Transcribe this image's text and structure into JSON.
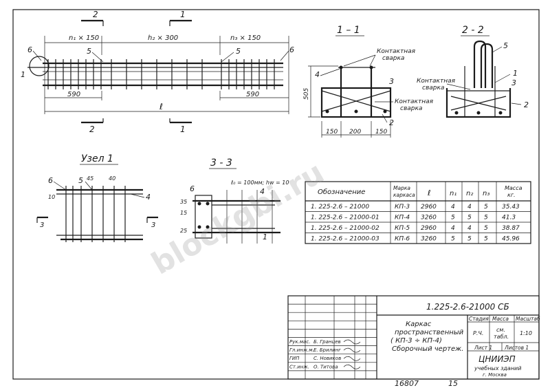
{
  "main_view": {
    "sections": [
      "2",
      "1",
      "2",
      "1"
    ],
    "callouts": [
      "6",
      "5",
      "5",
      "6",
      "1"
    ],
    "spacing": [
      "n₁ × 150",
      "h₂ × 300",
      "n₃ × 150"
    ],
    "dims": [
      "590",
      "ℓ",
      "590"
    ]
  },
  "section_1_1": {
    "title": "1 – 1",
    "label_weld_1": "Контактная",
    "label_weld_2": "сварка",
    "label_weld_3": "Контактная",
    "label_weld_4": "сварка",
    "callouts": [
      "4",
      "2",
      "3"
    ],
    "dim_height": "505",
    "dims": [
      "150",
      "200",
      "150"
    ]
  },
  "section_2_2": {
    "title": "2 - 2",
    "callouts": [
      "5",
      "1",
      "3",
      "2"
    ],
    "label_weld_1": "Контактная",
    "label_weld_2": "сварка"
  },
  "node_1": {
    "title": "Узел 1",
    "callouts": [
      "6",
      "5",
      "4"
    ],
    "dims": [
      "10",
      "45",
      "40"
    ],
    "section": [
      "3",
      "3"
    ]
  },
  "section_3_3": {
    "title": "3 - 3",
    "formula": "ℓ₀ = 100мм; hw = 10",
    "callouts": [
      "6",
      "4",
      "1"
    ],
    "dims": [
      "35",
      "15",
      "25"
    ]
  },
  "spec_table": {
    "headers": [
      "Обозначение",
      "Марка каркаса",
      "ℓ",
      "n₁",
      "n₂",
      "n₃",
      "Масса кг."
    ],
    "rows": [
      [
        "1. 225-2.6 – 21000",
        "КП-3",
        "2960",
        "4",
        "4",
        "5",
        "35.43"
      ],
      [
        "1. 225-2.6 – 21000-01",
        "КП-4",
        "3260",
        "5",
        "5",
        "5",
        "41.3"
      ],
      [
        "1. 225-2.6 – 21000-02",
        "КП-5",
        "2960",
        "4",
        "4",
        "5",
        "38.87"
      ],
      [
        "1. 225-2.6 – 21000-03",
        "КП-6",
        "3260",
        "5",
        "5",
        "5",
        "45.96"
      ]
    ]
  },
  "title_block": {
    "doc_number": "1.225-2.6-21000 СБ",
    "title_1": "Каркас",
    "title_2": "пространственный",
    "title_3": "( КП-3 ÷ КП-4)",
    "title_4": "Сборочный чертеж.",
    "col_stage": "Стадия",
    "col_mass": "Масса",
    "col_scale": "Масштаб",
    "stage": "Р.Ч.",
    "mass_1": "см.",
    "mass_2": "табл.",
    "scale": "1:10",
    "sheet": "Лист 1",
    "sheets": "Листов 1",
    "org_1": "ЦНИИЭП",
    "org_2": "учебных зданий",
    "org_3": "г. Москва",
    "signatures": [
      {
        "role": "Рук.мас.",
        "name": "Б. Гранцев"
      },
      {
        "role": "Гл.инж.м.",
        "name": "Е. Брилинг"
      },
      {
        "role": "ГИП",
        "name": "С. Новиков"
      },
      {
        "role": "Ст.инж.",
        "name": "О. Титова"
      }
    ]
  },
  "footer": {
    "number": "16807",
    "page": "15"
  }
}
